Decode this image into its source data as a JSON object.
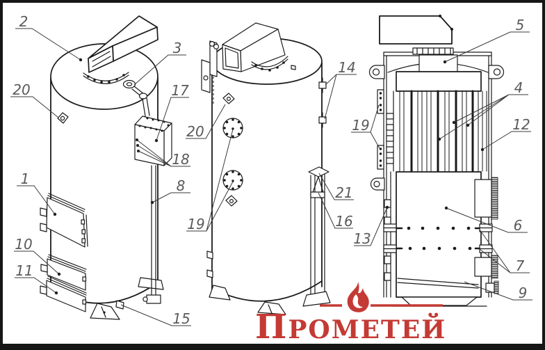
{
  "callouts": {
    "c1": "1",
    "c2": "2",
    "c3": "3",
    "c4": "4",
    "c5": "5",
    "c6": "6",
    "c7": "7",
    "c8": "8",
    "c9": "9",
    "c10": "10",
    "c11": "11",
    "c12": "12",
    "c13": "13",
    "c14": "14",
    "c15": "15",
    "c16": "16",
    "c17": "17",
    "c18": "18",
    "c19": "19",
    "c20": "20",
    "c21": "21"
  },
  "logo": {
    "brand": "Прометей",
    "accent_color": "#c43a34",
    "icon": "flame-icon"
  }
}
